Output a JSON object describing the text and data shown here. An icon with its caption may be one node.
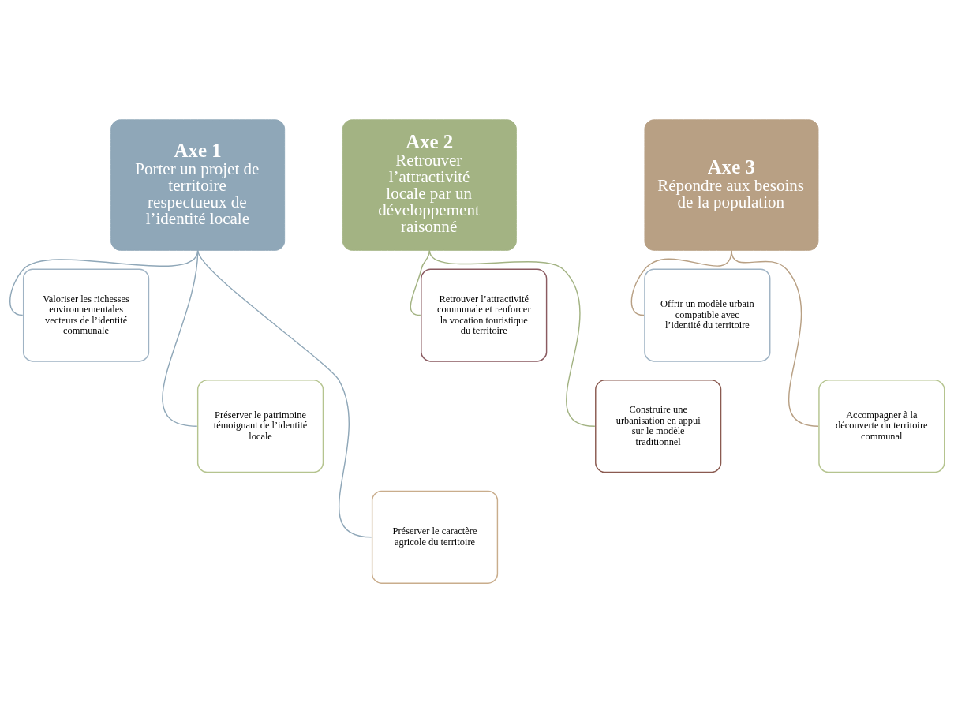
{
  "diagram": {
    "nodes": [
      {
        "text": [
          "Axe 1",
          "Porter un projet de territoire respectueux de l’identité locale"
        ]
      },
      {
        "text": [
          "Valoriser les richesses environnementales vecteurs de l’identité communale"
        ]
      },
      {
        "text": [
          "Préserver le patrimoine témoignant de l’identité locale"
        ]
      },
      {
        "text": [
          "Préserver le caractère agricole du territoire"
        ]
      },
      {
        "text": [
          "Axe 2",
          "Retrouver l’attractivité locale par un développement raisonné"
        ]
      },
      {
        "text": [
          "Retrouver l’attractivité communale et renforcer la vocation touristique du territoire"
        ]
      },
      {
        "text": [
          "Construire une urbanisation en appui sur le modèle traditionnel"
        ]
      },
      {
        "text": [
          "Axe 3",
          "Répondre aux besoins de la population"
        ]
      },
      {
        "text": [
          "Offrir un modèle urbain compatible avec l’identité du territoire"
        ]
      },
      {
        "text": [
          "Accompagner à la découverte du territoire communal"
        ]
      }
    ],
    "edges": [
      {
        "from": 0,
        "to": 1,
        "arrow": "none"
      },
      {
        "from": 0,
        "to": 2,
        "arrow": "none"
      },
      {
        "from": 0,
        "to": 3,
        "arrow": "none"
      },
      {
        "from": 4,
        "to": 5,
        "arrow": "none"
      },
      {
        "from": 4,
        "to": 6,
        "arrow": "none"
      },
      {
        "from": 7,
        "to": 8,
        "arrow": "none"
      },
      {
        "from": 7,
        "to": 9,
        "arrow": "none"
      }
    ]
  }
}
